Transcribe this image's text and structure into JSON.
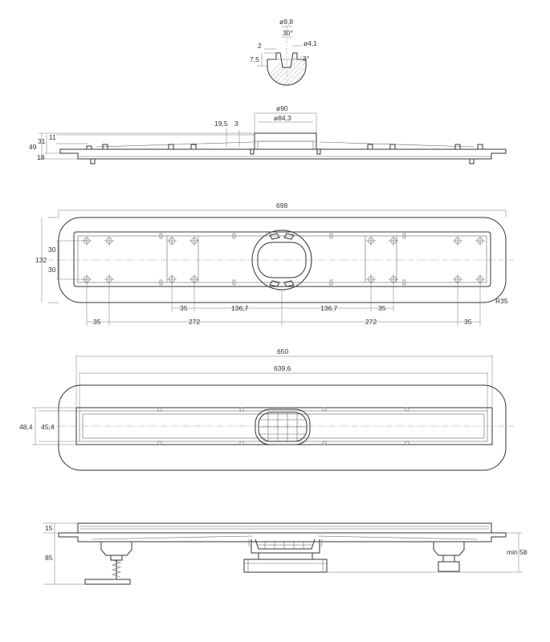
{
  "detail": {
    "d1": "ø9,8",
    "d2": "30°",
    "d3": "ø4,1",
    "d4": "2",
    "d5": "7,5",
    "d6": "3°"
  },
  "side": {
    "d90": "ø90",
    "d84": "ø84,3",
    "d195": "19,5",
    "d3": "3",
    "d11": "11",
    "d31": "31",
    "d49": "49",
    "d18": "18"
  },
  "top": {
    "d698": "698",
    "d132": "132",
    "d30a": "30",
    "d30b": "30",
    "r35": "R35",
    "d35a": "35",
    "d1367a": "136,7",
    "d1367b": "136,7",
    "d35b": "35",
    "d35c": "35",
    "d272a": "272",
    "d272b": "272",
    "d35d": "35"
  },
  "plan": {
    "d650": "650",
    "d6396": "639,6",
    "d484": "48,4",
    "d454": "45,4"
  },
  "front": {
    "d15": "15",
    "d85": "85",
    "min58": "min 58"
  }
}
